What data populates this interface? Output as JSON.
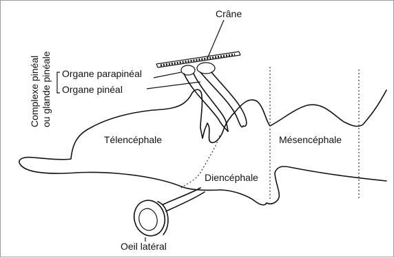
{
  "labels": {
    "crane": "Crâne",
    "complexe_line1": "Complexe pinéal",
    "complexe_line2": "ou glande pinéale",
    "organe_parapineal": "Organe parapinéal",
    "organe_pineal": "Organe pinéal",
    "telencephale": "Télencéphale",
    "mesencephale": "Mésencéphale",
    "diencephale": "Diencéphale",
    "oeil_lateral": "Oeil latéral"
  }
}
